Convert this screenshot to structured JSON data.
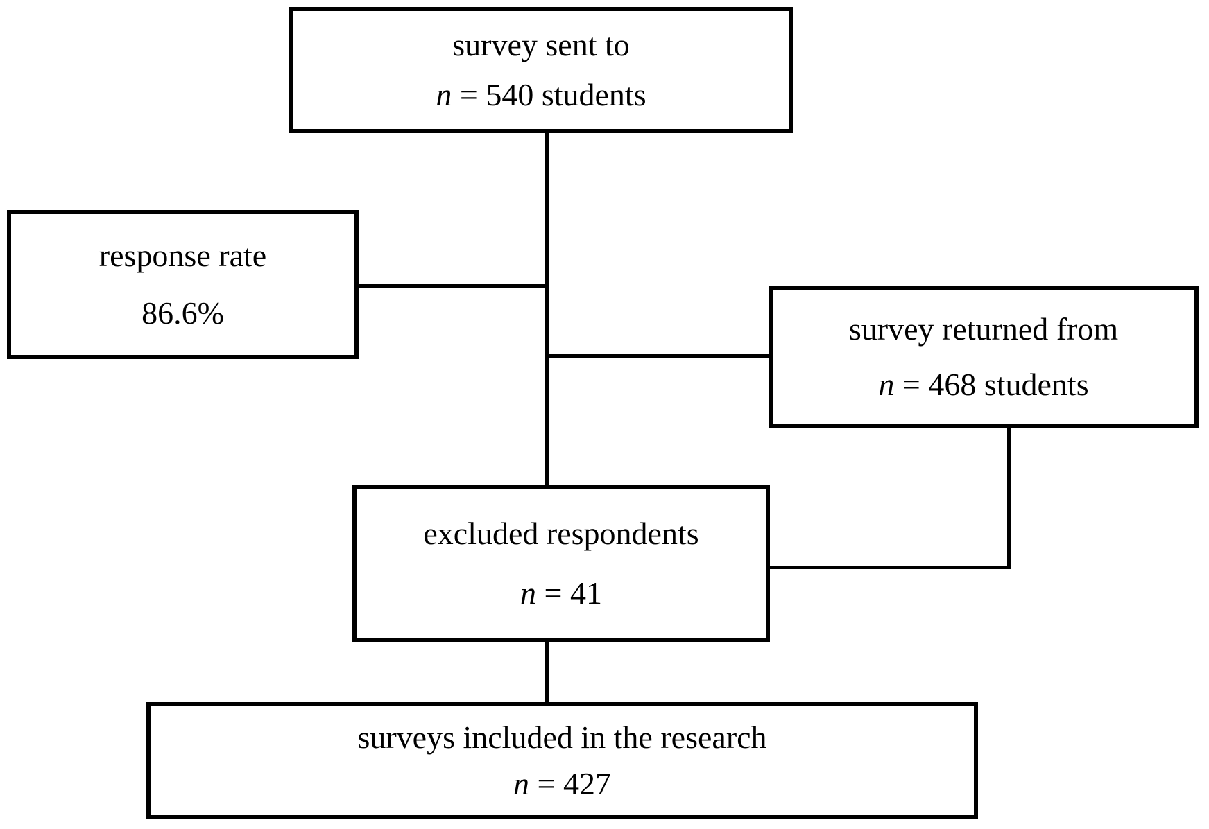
{
  "figure": {
    "type": "flowchart",
    "colors": {
      "background": "#ffffff",
      "border": "#000000",
      "text": "#000000"
    },
    "nodes": {
      "sent": {
        "line1": "survey sent to",
        "n": "n",
        "rest": " = 540 students"
      },
      "response_rate": {
        "line1": "response rate",
        "line2": "86.6%"
      },
      "returned": {
        "line1": "survey returned from",
        "n": "n",
        "rest": " = 468 students"
      },
      "excluded": {
        "line1": "excluded respondents",
        "n": "n",
        "rest": " = 41"
      },
      "included": {
        "line1": "surveys included in the research",
        "n": "n",
        "rest": " = 427"
      }
    }
  }
}
